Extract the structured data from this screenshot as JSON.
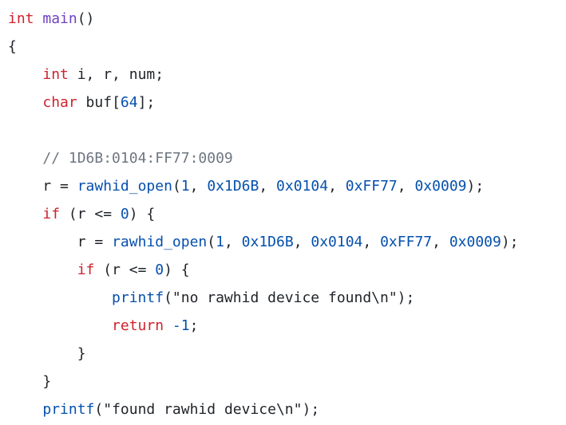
{
  "code": {
    "lines": [
      [
        {
          "t": "int",
          "c": "kw"
        },
        {
          "t": " "
        },
        {
          "t": "main",
          "c": "fn"
        },
        {
          "t": "()"
        }
      ],
      [
        {
          "t": "{"
        }
      ],
      [
        {
          "t": "    "
        },
        {
          "t": "int",
          "c": "kw"
        },
        {
          "t": " i, r, num;"
        }
      ],
      [
        {
          "t": "    "
        },
        {
          "t": "char",
          "c": "kw"
        },
        {
          "t": " buf["
        },
        {
          "t": "64",
          "c": "num"
        },
        {
          "t": "];"
        }
      ],
      [],
      [
        {
          "t": "    "
        },
        {
          "t": "// 1D6B:0104:FF77:0009",
          "c": "cm"
        }
      ],
      [
        {
          "t": "    r "
        },
        {
          "t": "=",
          "c": "op"
        },
        {
          "t": " "
        },
        {
          "t": "rawhid_open",
          "c": "num"
        },
        {
          "t": "("
        },
        {
          "t": "1",
          "c": "num"
        },
        {
          "t": ", "
        },
        {
          "t": "0x1D6B",
          "c": "num"
        },
        {
          "t": ", "
        },
        {
          "t": "0x0104",
          "c": "num"
        },
        {
          "t": ", "
        },
        {
          "t": "0xFF77",
          "c": "num"
        },
        {
          "t": ", "
        },
        {
          "t": "0x0009",
          "c": "num"
        },
        {
          "t": ");"
        }
      ],
      [
        {
          "t": "    "
        },
        {
          "t": "if",
          "c": "kw"
        },
        {
          "t": " (r <= "
        },
        {
          "t": "0",
          "c": "num"
        },
        {
          "t": ") {"
        }
      ],
      [
        {
          "t": "        r "
        },
        {
          "t": "=",
          "c": "op"
        },
        {
          "t": " "
        },
        {
          "t": "rawhid_open",
          "c": "num"
        },
        {
          "t": "("
        },
        {
          "t": "1",
          "c": "num"
        },
        {
          "t": ", "
        },
        {
          "t": "0x1D6B",
          "c": "num"
        },
        {
          "t": ", "
        },
        {
          "t": "0x0104",
          "c": "num"
        },
        {
          "t": ", "
        },
        {
          "t": "0xFF77",
          "c": "num"
        },
        {
          "t": ", "
        },
        {
          "t": "0x0009",
          "c": "num"
        },
        {
          "t": ");"
        }
      ],
      [
        {
          "t": "        "
        },
        {
          "t": "if",
          "c": "kw"
        },
        {
          "t": " (r <= "
        },
        {
          "t": "0",
          "c": "num"
        },
        {
          "t": ") {"
        }
      ],
      [
        {
          "t": "            "
        },
        {
          "t": "printf",
          "c": "num"
        },
        {
          "t": "(\"no rawhid device found\\n\");"
        }
      ],
      [
        {
          "t": "            "
        },
        {
          "t": "return",
          "c": "kw"
        },
        {
          "t": " "
        },
        {
          "t": "-1",
          "c": "num"
        },
        {
          "t": ";"
        }
      ],
      [
        {
          "t": "        }"
        }
      ],
      [
        {
          "t": "    }"
        }
      ],
      [
        {
          "t": "    "
        },
        {
          "t": "printf",
          "c": "num"
        },
        {
          "t": "(\"found rawhid device\\n\");"
        }
      ]
    ]
  },
  "colors": {
    "keyword": "#cf222e",
    "function": "#6f42c1",
    "number": "#0550ae",
    "comment": "#6e7781",
    "text": "#1f2328",
    "background": "#ffffff"
  }
}
